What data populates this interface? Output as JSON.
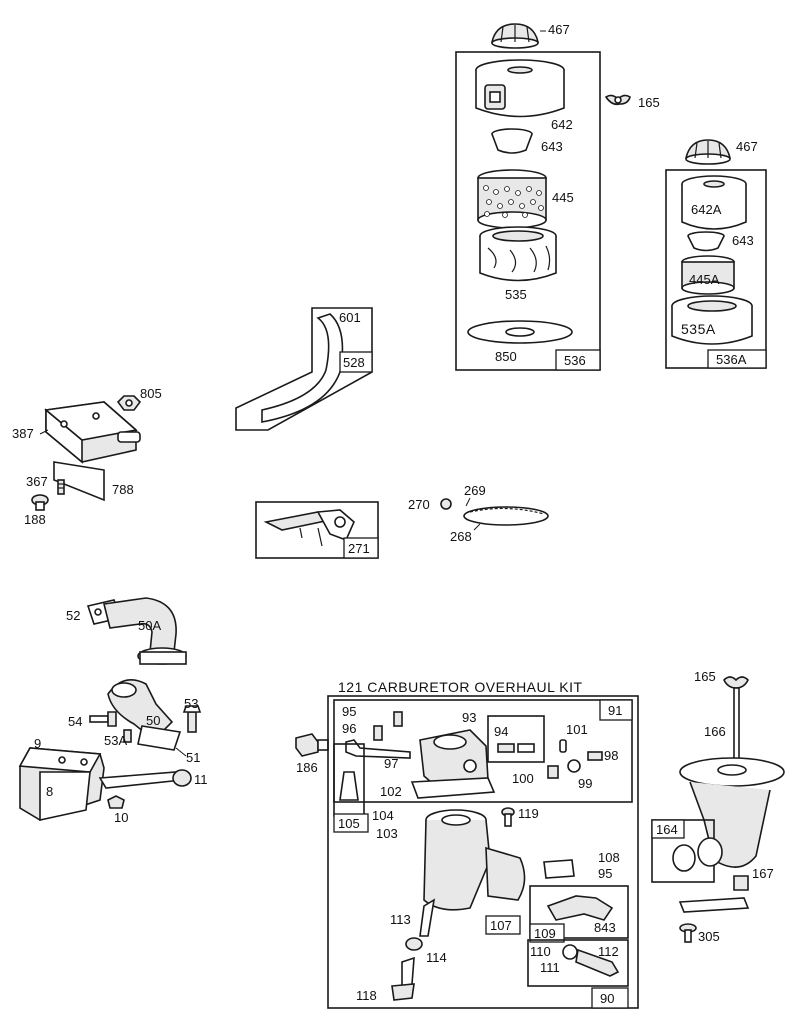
{
  "kit_title": "121  CARBURETOR OVERHAUL KIT",
  "labels": {
    "p467a": "467",
    "p165a": "165",
    "p642": "642",
    "p643a": "643",
    "p445": "445",
    "p535": "535",
    "p850": "850",
    "p536": "536",
    "p467b": "467",
    "p642A": "642A",
    "p643b": "643",
    "p445A": "445A",
    "p535A": "535A",
    "p536A": "536A",
    "p601": "601",
    "p528": "528",
    "p805": "805",
    "p387": "387",
    "p367": "367",
    "p788": "788",
    "p188": "188",
    "p271": "271",
    "p270": "270",
    "p269": "269",
    "p268": "268",
    "p52": "52",
    "p50A": "50A",
    "p53": "53",
    "p54": "54",
    "p50": "50",
    "p53A": "53A",
    "p9": "9",
    "p8": "8",
    "p51": "51",
    "p11": "11",
    "p10": "10",
    "p186": "186",
    "p95a": "95",
    "p96": "96",
    "p93": "93",
    "p94": "94",
    "p101": "101",
    "p91": "91",
    "p97": "97",
    "p98": "98",
    "p100": "100",
    "p99": "99",
    "p102": "102",
    "p104": "104",
    "p105": "105",
    "p119": "119",
    "p103": "103",
    "p108": "108",
    "p95b": "95",
    "p843": "843",
    "p109": "109",
    "p107": "107",
    "p113": "113",
    "p114": "114",
    "p110": "110",
    "p112": "112",
    "p111": "111",
    "p118": "118",
    "p90": "90",
    "p165b": "165",
    "p166": "166",
    "p164": "164",
    "p167": "167",
    "p305": "305"
  }
}
